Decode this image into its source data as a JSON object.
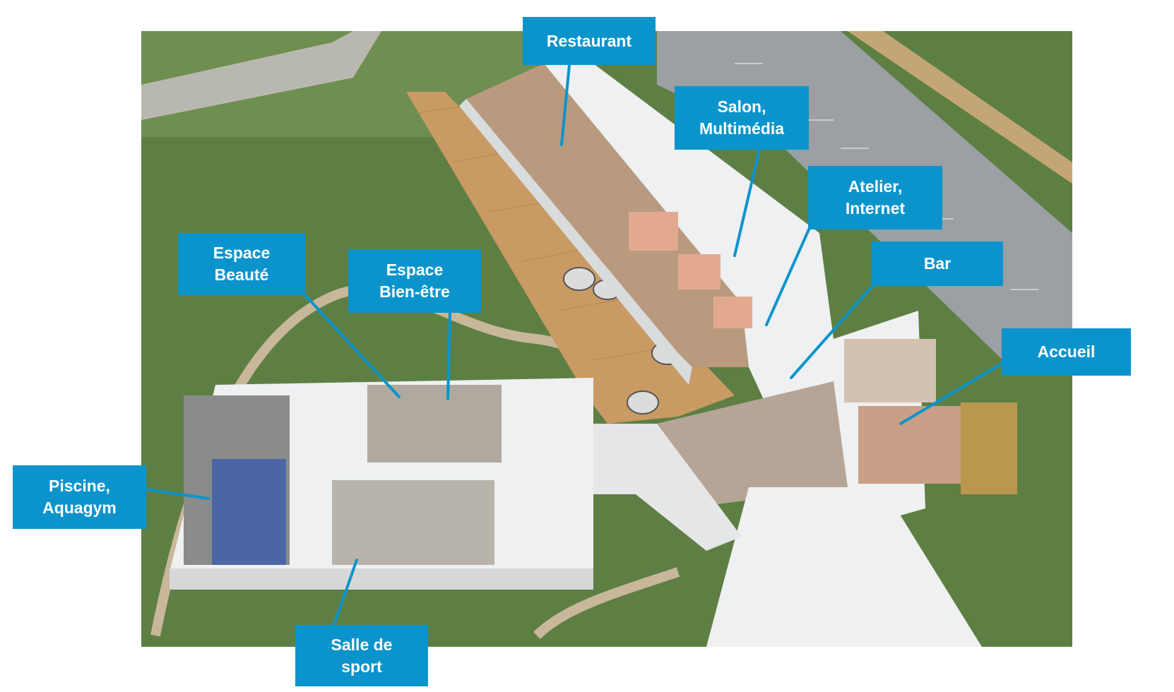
{
  "colors": {
    "label_bg": "#0b94cc",
    "label_text": "#ffffff",
    "leader_line": "#0b94cc",
    "lawn": "#5e7f43",
    "roof": "#eef0f1",
    "deck": "#c99a63",
    "pool": "#4a66a6",
    "parking": "#9aa0a4"
  },
  "labels": [
    {
      "id": "restaurant",
      "text": "Restaurant"
    },
    {
      "id": "salon",
      "text": "Salon,\nMultimédia"
    },
    {
      "id": "atelier",
      "text": "Atelier,\nInternet"
    },
    {
      "id": "bar",
      "text": "Bar"
    },
    {
      "id": "accueil",
      "text": "Accueil"
    },
    {
      "id": "espace-beaute",
      "text": "Espace\nBeauté"
    },
    {
      "id": "espace-bien-etre",
      "text": "Espace\nBien-être"
    },
    {
      "id": "piscine",
      "text": "Piscine,\nAquagym"
    },
    {
      "id": "salle-de-sport",
      "text": "Salle de\nsport"
    }
  ]
}
